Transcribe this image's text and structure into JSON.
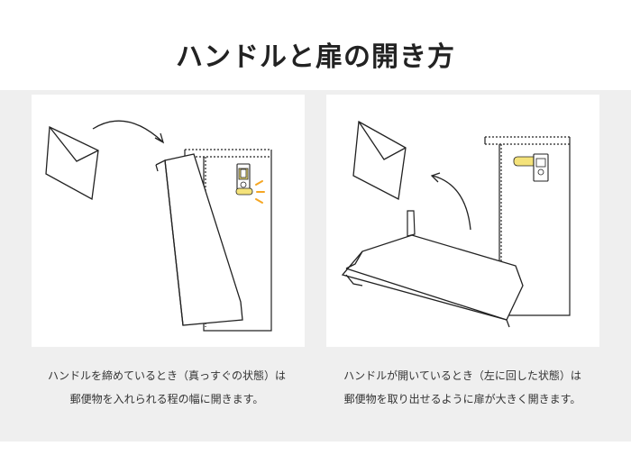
{
  "title": "ハンドルと扉の開き方",
  "left_panel": {
    "caption_line1": "ハンドルを締めているとき（真っすぐの状態）は",
    "caption_line2": "郵便物を入れられる程の幅に開きます。"
  },
  "right_panel": {
    "caption_line1": "ハンドルが開いているとき（左に回した状態）は",
    "caption_line2": "郵便物を取り出せるように扉が大きく開きます。"
  },
  "colors": {
    "background": "#efefef",
    "panel": "#ffffff",
    "handle_highlight": "#f4e27a",
    "spark": "#f5a623",
    "line": "#222222"
  },
  "icons": {
    "envelope": "envelope-icon",
    "arrow": "curved-arrow-icon",
    "handle": "handle-lock-icon",
    "spark": "spark-icon"
  }
}
